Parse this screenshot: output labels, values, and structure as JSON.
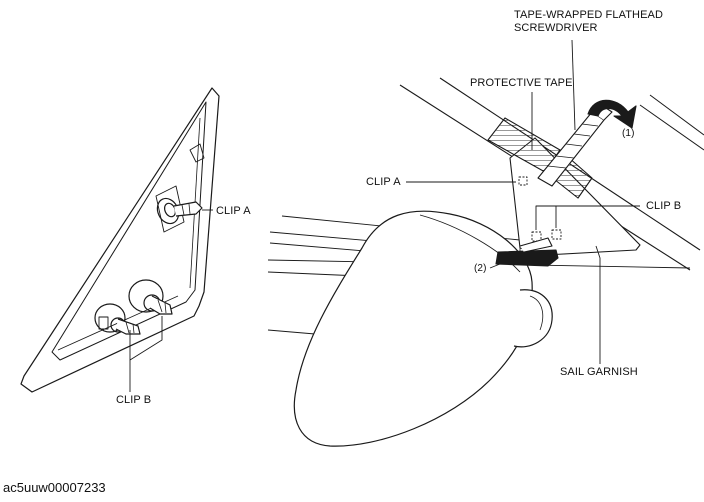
{
  "labels": {
    "tape_screwdriver_line1": "TAPE-WRAPPED FLATHEAD",
    "tape_screwdriver_line2": "SCREWDRIVER",
    "protective_tape": "PROTECTIVE TAPE",
    "clip_a_left": "CLIP A",
    "clip_b_left": "CLIP B",
    "clip_a_right": "CLIP A",
    "clip_b_right": "CLIP B",
    "sail_garnish": "SAIL GARNISH",
    "step_1": "(1)",
    "step_2": "(2)"
  },
  "figure_id": "ac5uuw00007233",
  "colors": {
    "line": "#1a1a1a",
    "hatch": "#333333",
    "background": "#ffffff"
  }
}
